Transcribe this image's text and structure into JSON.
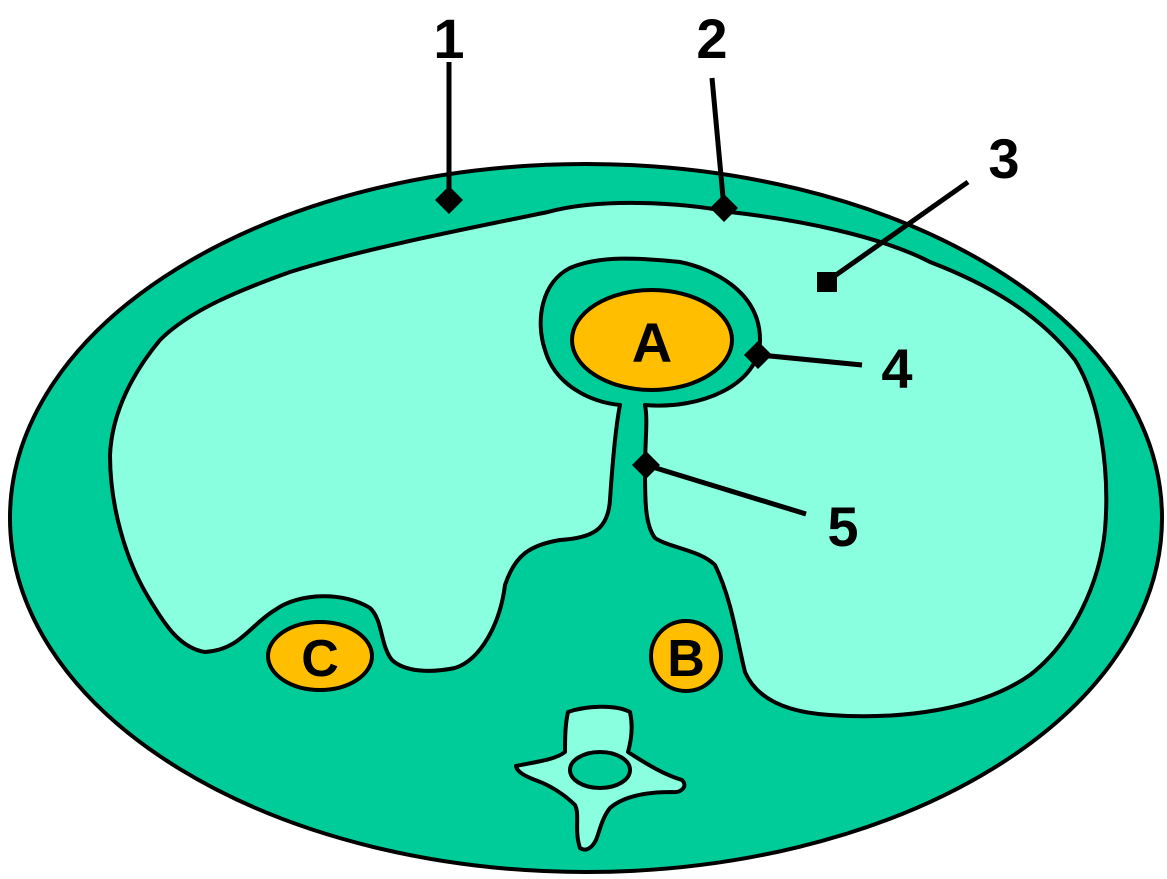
{
  "diagram": {
    "callouts": [
      {
        "id": "1",
        "label": "1"
      },
      {
        "id": "2",
        "label": "2"
      },
      {
        "id": "3",
        "label": "3"
      },
      {
        "id": "4",
        "label": "4"
      },
      {
        "id": "5",
        "label": "5"
      }
    ],
    "structures": {
      "a": "A",
      "b": "B",
      "c": "C"
    },
    "colors": {
      "body_wall": "#00cc99",
      "cavity": "#8affdf",
      "organ": "#ffbf00",
      "outline": "#000000",
      "background": "#ffffff"
    }
  }
}
